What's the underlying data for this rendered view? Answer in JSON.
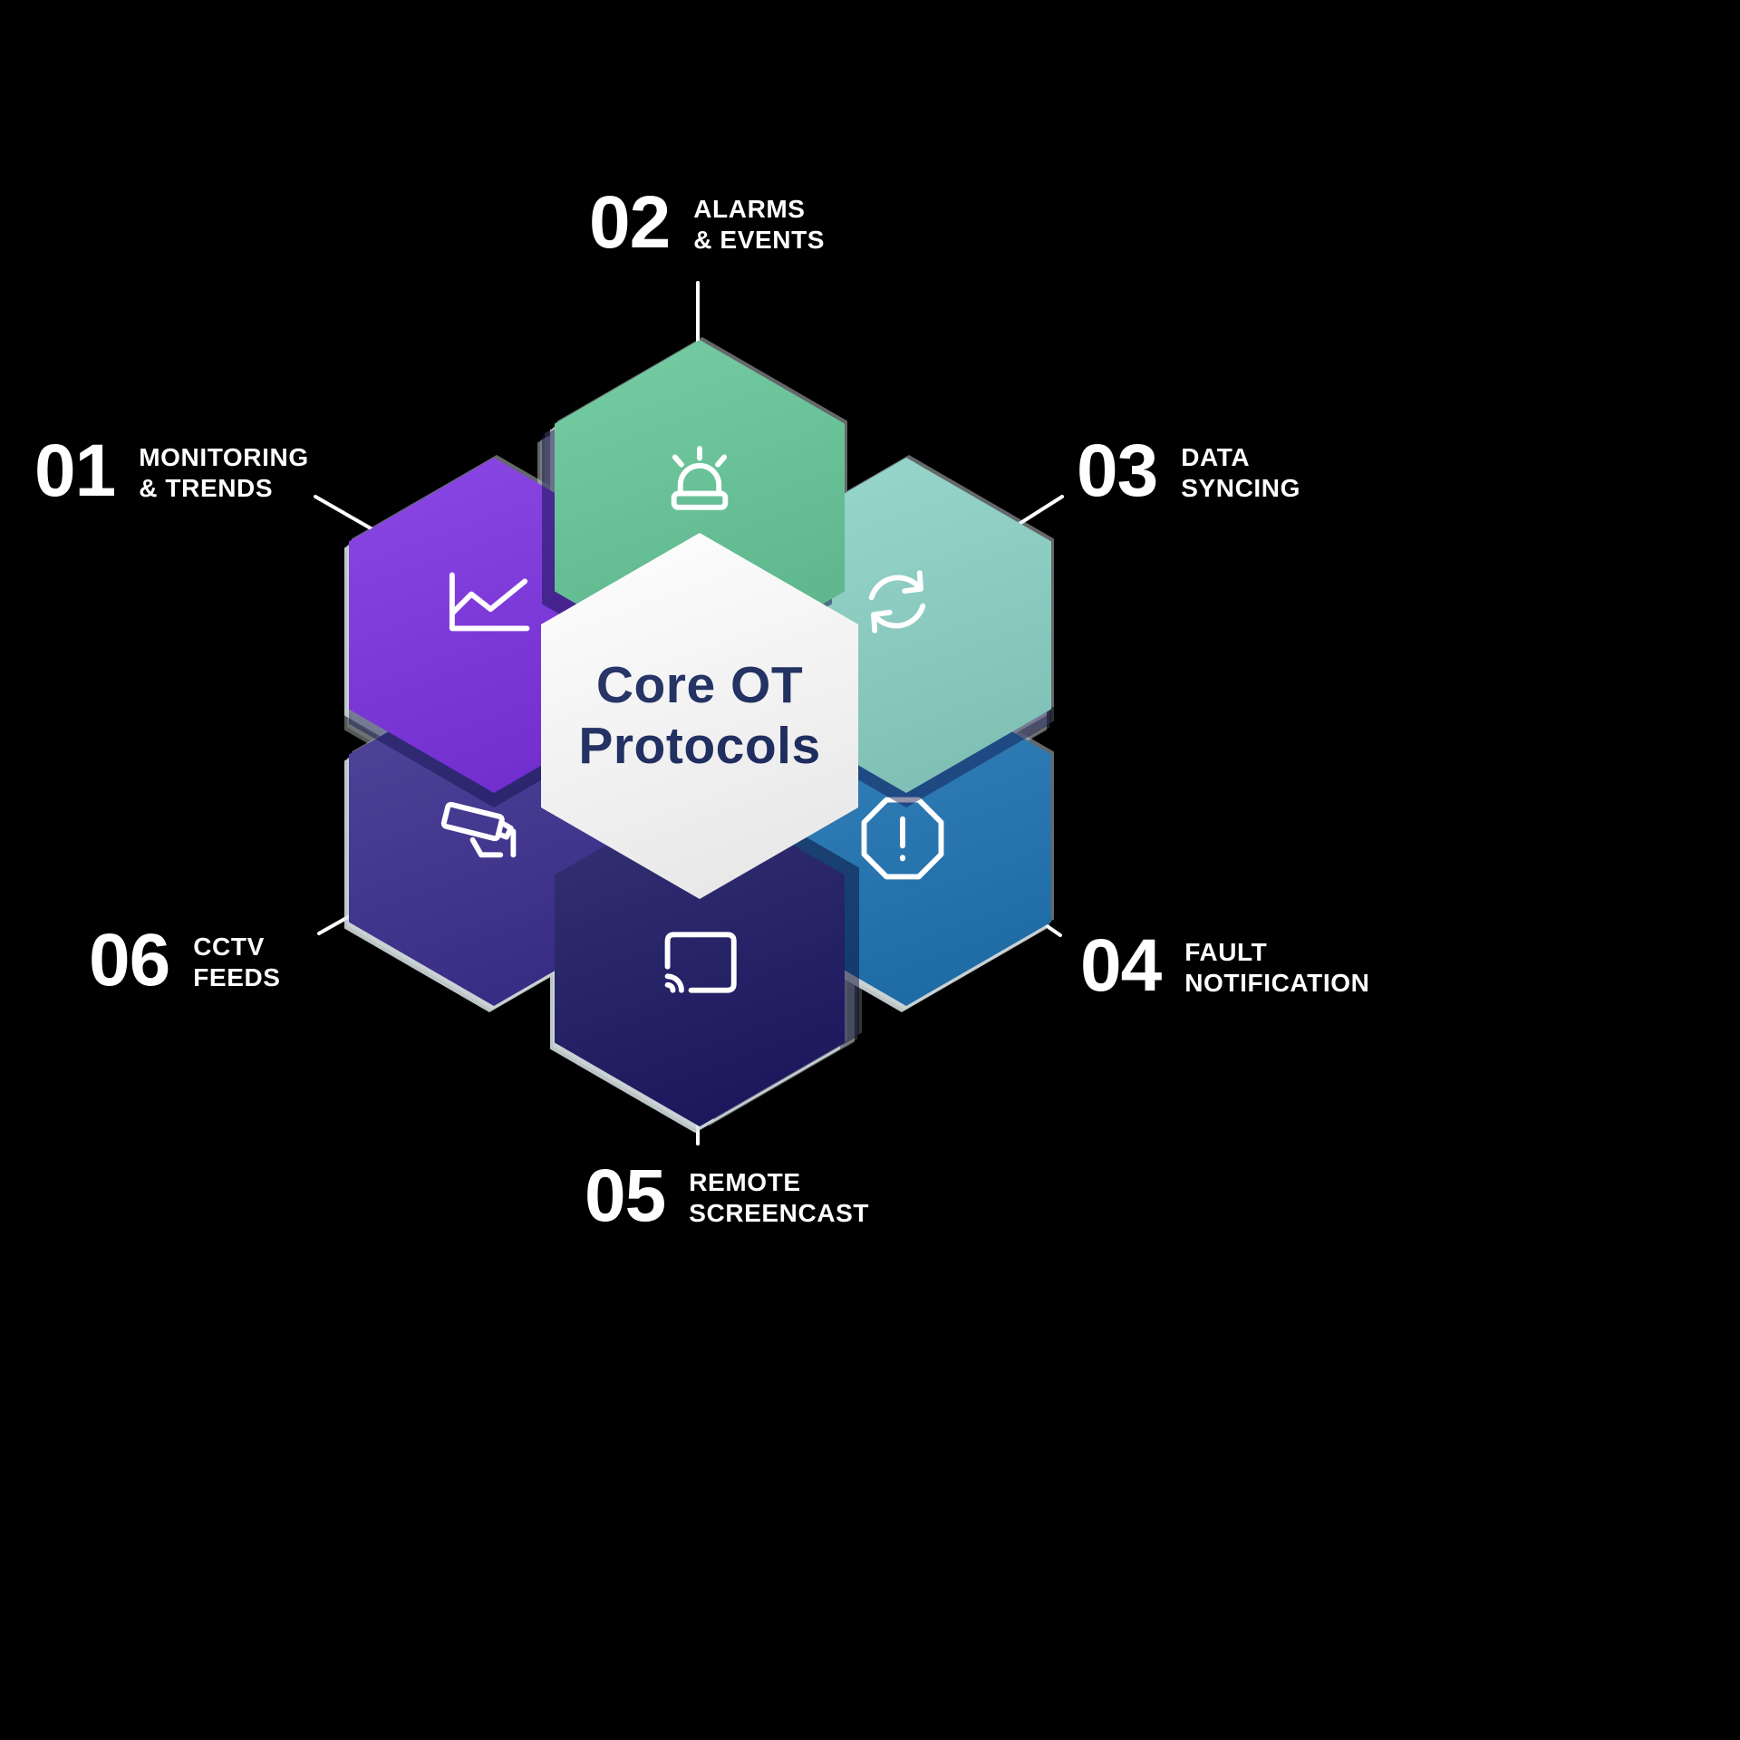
{
  "center": {
    "line1": "Core OT",
    "line2": "Protocols"
  },
  "items": [
    {
      "number": "01",
      "label_line1": "MONITORING",
      "label_line2": "& TRENDS",
      "color": "#7b2fe2",
      "icon": "line-chart-icon"
    },
    {
      "number": "02",
      "label_line1": "ALARMS",
      "label_line2": "& EVENTS",
      "color": "#63c697",
      "icon": "siren-icon"
    },
    {
      "number": "03",
      "label_line1": "DATA",
      "label_line2": "SYNCING",
      "color": "#8ad2c6",
      "icon": "sync-icon"
    },
    {
      "number": "04",
      "label_line1": "FAULT",
      "label_line2": "NOTIFICATION",
      "color": "#1d73b4",
      "icon": "warning-octagon-icon"
    },
    {
      "number": "05",
      "label_line1": "REMOTE",
      "label_line2": "SCREENCAST",
      "color": "#1a1663",
      "icon": "screencast-icon"
    },
    {
      "number": "06",
      "label_line1": "CCTV",
      "label_line2": "FEEDS",
      "color": "#3a2d8f",
      "icon": "cctv-camera-icon"
    }
  ],
  "colors": {
    "center_bg": "#ffffff",
    "center_text": "#16265e",
    "label_text": "#ffffff",
    "line": "#ffffff"
  }
}
